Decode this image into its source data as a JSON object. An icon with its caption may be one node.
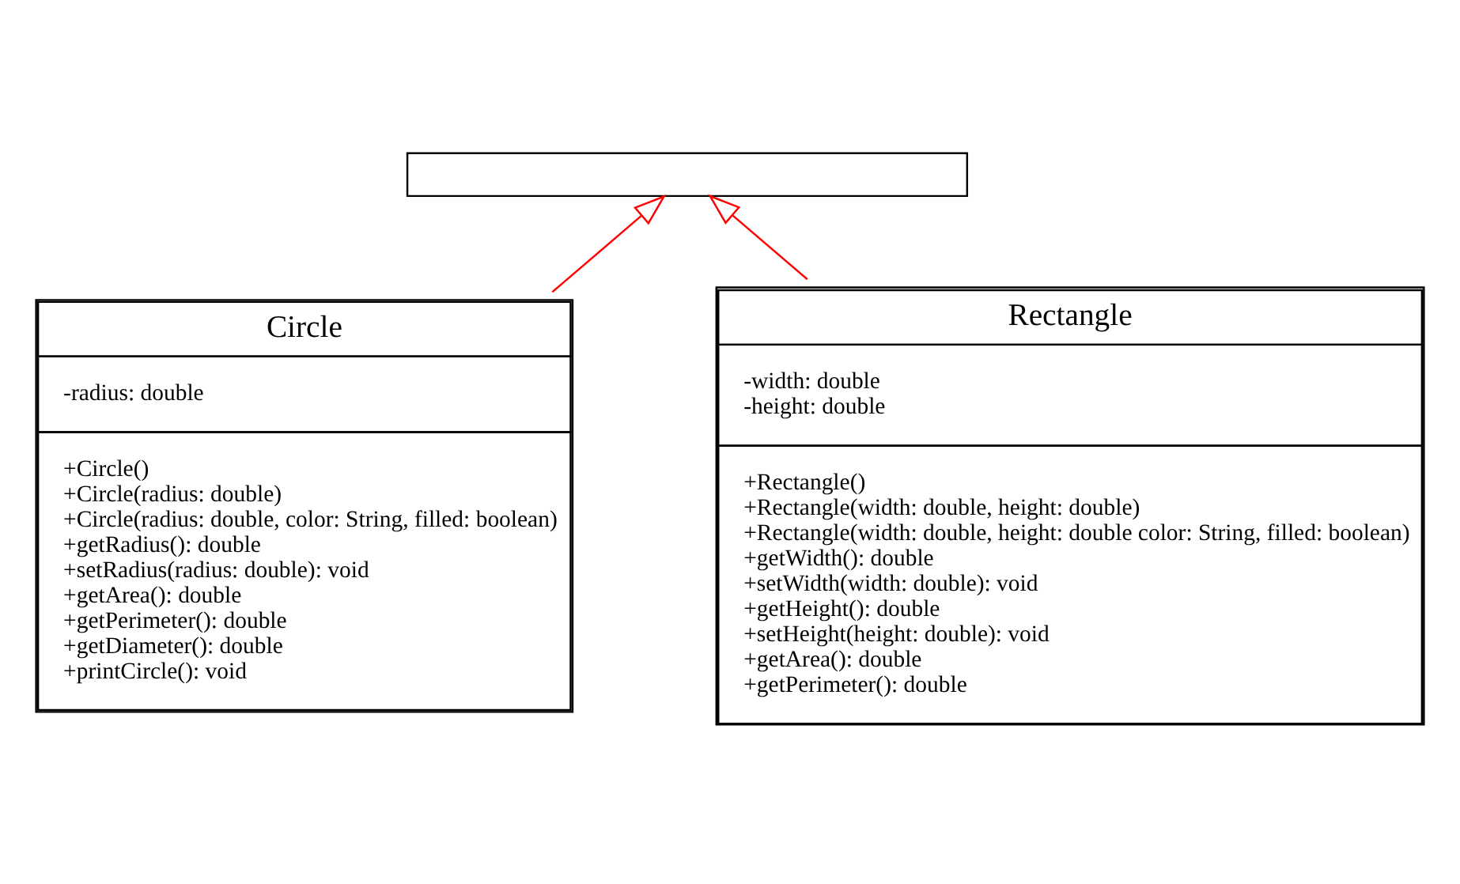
{
  "diagram": {
    "nodes": [
      {
        "text": [],
        "shape": "box"
      },
      {
        "text": [
          "Circle",
          "-radius: double",
          "+Circle()",
          "+Circle(radius: double)",
          "+Circle(radius: double, color: String, filled: boolean)",
          "+getRadius(): double",
          "+setRadius(radius: double): void",
          "+getArea(): double",
          "+getPerimeter(): double",
          "+getDiameter(): double",
          "+printCircle(): void"
        ]
      },
      {
        "text": [
          "Rectangle",
          "-width: double",
          "-height: double",
          "+Rectangle()",
          "+Rectangle(width: double, height: double)",
          "+Rectangle(width: double, height: double color: String, filled: boolean)",
          "+getWidth(): double",
          "+setWidth(width: double): void",
          "+getHeight(): double",
          "+setHeight(height: double): void",
          "+getArea(): double",
          "+getPerimeter(): double"
        ]
      }
    ],
    "edges": [
      {
        "from": 1,
        "to": 0,
        "arrow": "to",
        "color": "#ff0000"
      },
      {
        "from": 2,
        "to": 0,
        "arrow": "to",
        "color": "#ff0000"
      }
    ]
  }
}
